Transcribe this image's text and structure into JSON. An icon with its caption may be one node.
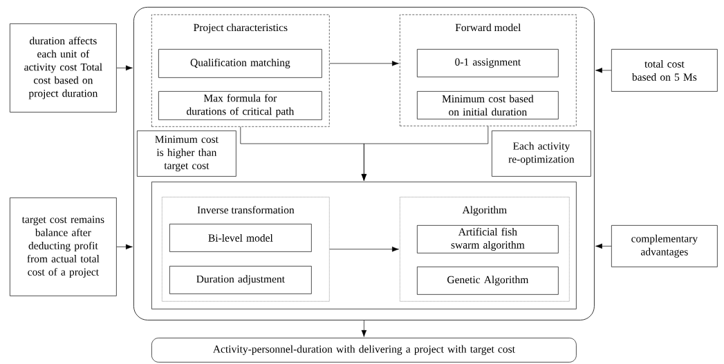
{
  "diagram": {
    "nodes": [
      {
        "text": [],
        "shape": "box"
      },
      {
        "text": [
          "Project characteristics"
        ],
        "in": 0
      },
      {
        "text": [
          "Qualification matching"
        ],
        "in": 1
      },
      {
        "text": [
          "Max formula for  durations of critical path"
        ],
        "in": 1
      },
      {
        "text": [
          "Forward model"
        ],
        "in": 0
      },
      {
        "text": [
          "0-1 assignment"
        ],
        "in": 4
      },
      {
        "text": [
          "Minimum cost based on initial duration"
        ],
        "in": 4
      },
      {
        "text": [
          "Minimum cost is higher than target cost"
        ],
        "in": 0
      },
      {
        "text": [
          "Each activity re-optimization"
        ],
        "in": 0
      },
      {
        "text": [],
        "shape": "box",
        "in": 0
      },
      {
        "text": [
          "Inverse transformation"
        ],
        "in": 9
      },
      {
        "text": [
          "Bi-level model"
        ],
        "in": 10
      },
      {
        "text": [
          "Duration adjustment"
        ],
        "in": 10
      },
      {
        "text": [
          "Algorithm"
        ],
        "in": 9
      },
      {
        "text": [
          "Artificial fish swarm algorithm"
        ],
        "in": 13
      },
      {
        "text": [
          "Genetic Algorithm"
        ],
        "in": 13
      },
      {
        "text": [
          "duration affects each unit of activity cost Total cost based on project duration"
        ]
      },
      {
        "text": [
          "total cost based on 5 Ms"
        ]
      },
      {
        "text": [
          "target cost remains balance after deducting profit from actual total cost of a project"
        ]
      },
      {
        "text": [
          "complementary advantages"
        ]
      },
      {
        "text": [
          "Activity-personnel-duration with delivering a project with target cost"
        ]
      }
    ],
    "edges": [
      {
        "from": 1,
        "to": 4,
        "arrow": "to"
      },
      {
        "from": 1,
        "to": 9,
        "arrow": "to"
      },
      {
        "from": 4,
        "to": 9,
        "arrow": "to"
      },
      {
        "from": 16,
        "to": 0,
        "arrow": "to"
      },
      {
        "from": 18,
        "to": 0,
        "arrow": "to"
      },
      {
        "from": 17,
        "to": 0,
        "arrow": "to"
      },
      {
        "from": 19,
        "to": 0,
        "arrow": "to"
      },
      {
        "from": 10,
        "to": 13,
        "arrow": "to"
      },
      {
        "from": 0,
        "to": 20,
        "arrow": "to"
      }
    ]
  }
}
